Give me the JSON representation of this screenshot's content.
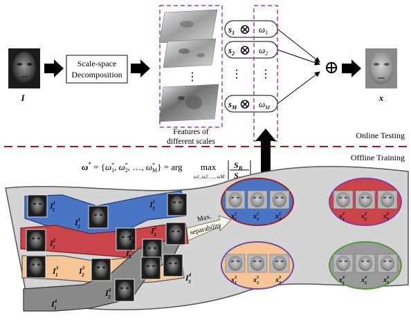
{
  "top": {
    "input_label": "I",
    "decomposition_label_line1": "Scale-space",
    "decomposition_label_line2": "Decomposition",
    "features_caption_line1": "Features of",
    "features_caption_line2": "different scales",
    "vertical_dots": "⋮",
    "s_labels": [
      {
        "base": "s",
        "sub": "1"
      },
      {
        "base": "s",
        "sub": "2"
      },
      {
        "base": "s",
        "sub": "M"
      }
    ],
    "w_labels": [
      {
        "base": "ω",
        "sub": "1"
      },
      {
        "base": "ω",
        "sub": "2"
      },
      {
        "base": "ω",
        "sub": "M"
      }
    ],
    "otimes": "⊗",
    "oplus": "⊕",
    "output_label": "x",
    "online_label": "Online Testing",
    "offline_label": "Offline Training"
  },
  "equation": {
    "lhs": "ω* = {ω",
    "mid": "* , ω",
    "text": "ω* = {ω1*, ω2*, …, ωM*} = arg max",
    "under": "ω1, ω2, …, ωM",
    "num": "S",
    "num_sub": "B",
    "den": "S",
    "den_sub": "W"
  },
  "manifold": {
    "max_line1": "Max.",
    "max_line2": "separability",
    "face_labels": [
      {
        "base": "I",
        "sub": "1",
        "sup": "1"
      },
      {
        "base": "I",
        "sub": "2",
        "sup": "1"
      },
      {
        "base": "I",
        "sub": "3",
        "sup": "1"
      },
      {
        "base": "I",
        "sub": "1",
        "sup": "2"
      },
      {
        "base": "I",
        "sub": "2",
        "sup": "2"
      },
      {
        "base": "I",
        "sub": "3",
        "sup": "2"
      },
      {
        "base": "I",
        "sub": "1",
        "sup": "3"
      },
      {
        "base": "I",
        "sub": "2",
        "sup": "3"
      },
      {
        "base": "I",
        "sub": "3",
        "sup": "3"
      },
      {
        "base": "I",
        "sub": "1",
        "sup": "4"
      },
      {
        "base": "I",
        "sub": "2",
        "sup": "4"
      },
      {
        "base": "I",
        "sub": "3",
        "sup": "4"
      }
    ],
    "clusters": [
      {
        "name": "blue",
        "labels": [
          {
            "sub": "1",
            "sup": "1"
          },
          {
            "sub": "2",
            "sup": "1"
          },
          {
            "sub": "3",
            "sup": "1"
          }
        ]
      },
      {
        "name": "red",
        "labels": [
          {
            "sub": "1",
            "sup": "2"
          },
          {
            "sub": "2",
            "sup": "2"
          },
          {
            "sub": "3",
            "sup": "2"
          }
        ]
      },
      {
        "name": "orange",
        "labels": [
          {
            "sub": "1",
            "sup": "3"
          },
          {
            "sub": "2",
            "sup": "3"
          },
          {
            "sub": "3",
            "sup": "3"
          }
        ]
      },
      {
        "name": "green",
        "labels": [
          {
            "sub": "1",
            "sup": "4"
          },
          {
            "sub": "2",
            "sup": "4"
          },
          {
            "sub": "3",
            "sup": "4"
          }
        ]
      }
    ]
  },
  "colors": {
    "purple_dash": "#9b3fa8",
    "red_dash": "#a01e1e",
    "blue": "#4a74c4",
    "red": "#c9454a",
    "orange": "#f6c495",
    "gray_band": "#8a8a8a",
    "green_ring": "#4f9a3a",
    "manifold": "#d4d4d4"
  }
}
